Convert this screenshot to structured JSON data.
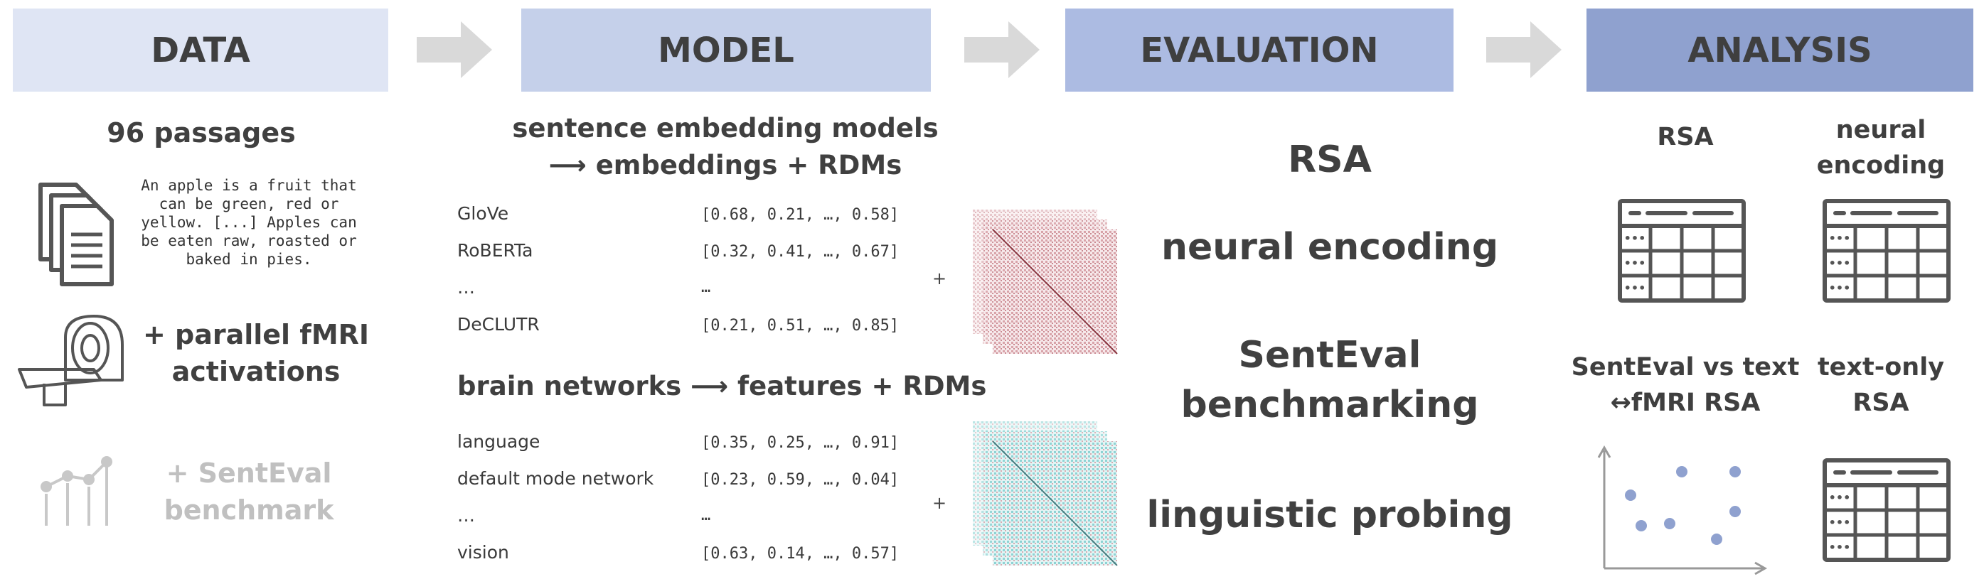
{
  "headers": {
    "data": "DATA",
    "model": "MODEL",
    "evaluation": "EVALUATION",
    "analysis": "ANALYSIS"
  },
  "colors": {
    "data_header": "#dfe5f4",
    "model_header": "#c5d0ea",
    "evaluation_header": "#acbbe2",
    "analysis_header": "#8fa1cf",
    "arrow": "#d9d9d9",
    "text_dark": "#404040",
    "text_faded": "#c0c0c0",
    "rdm_red": "#b5525c",
    "rdm_teal": "#5fbfc0",
    "scatter_dot": "#8fa1cf"
  },
  "data_column": {
    "passages_title": "96 passages",
    "passage_text": "An apple is a fruit that\ncan be green, red or\nyellow. [...] Apples can\nbe eaten raw, roasted or\nbaked in pies.",
    "fmri_line1": "+ parallel fMRI",
    "fmri_line2": "activations",
    "senteval_line1": "+ SentEval",
    "senteval_line2": "benchmark",
    "icons": [
      "documents-icon",
      "mri-scanner-icon",
      "line-chart-icon"
    ]
  },
  "model_column": {
    "embedding_title_line1": "sentence embedding models",
    "embedding_title_line2": "⟶ embeddings + RDMs",
    "embedding_rows": [
      {
        "label": "GloVe",
        "vector": "[0.68, 0.21, …, 0.58]"
      },
      {
        "label": "RoBERTa",
        "vector": "[0.32, 0.41, …, 0.67]"
      },
      {
        "label": "…",
        "vector": "…"
      },
      {
        "label": "DeCLUTR",
        "vector": "[0.21, 0.51, …, 0.85]"
      }
    ],
    "brain_title": "brain networks ⟶ features + RDMs",
    "brain_rows": [
      {
        "label": "language",
        "vector": "[0.35, 0.25, …, 0.91]"
      },
      {
        "label": "default mode network",
        "vector": "[0.23, 0.59, …, 0.04]"
      },
      {
        "label": "…",
        "vector": "…"
      },
      {
        "label": "vision",
        "vector": "[0.63, 0.14, …, 0.57]"
      }
    ],
    "plus": "+"
  },
  "evaluation_column": {
    "items": [
      "RSA",
      "neural encoding",
      "SentEval",
      "benchmarking",
      "linguistic probing"
    ]
  },
  "analysis_column": {
    "rsa": "RSA",
    "neural_encoding_line1": "neural",
    "neural_encoding_line2": "encoding",
    "senteval_vs_line1": "SentEval vs text",
    "senteval_vs_line2": "↔fMRI RSA",
    "text_only_line1": "text-only",
    "text_only_line2": "RSA",
    "table_dots": "•••"
  }
}
